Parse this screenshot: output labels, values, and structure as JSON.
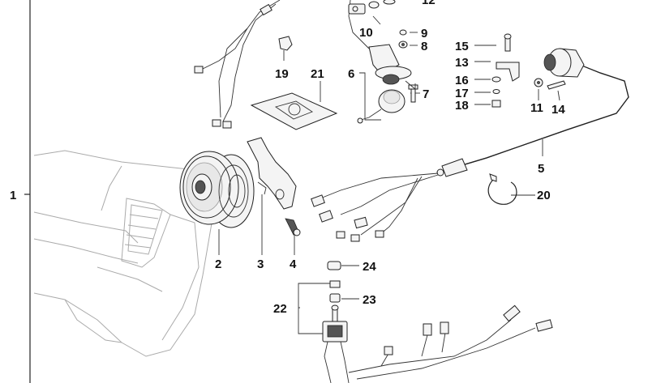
{
  "labels": {
    "l1": "1",
    "l2": "2",
    "l3": "3",
    "l4": "4",
    "l5": "5",
    "l6": "6",
    "l7": "7",
    "l8": "8",
    "l9": "9",
    "l10": "10",
    "l11": "11",
    "l12": "12",
    "l13": "13",
    "l14": "14",
    "l15": "15",
    "l16": "16",
    "l17": "17",
    "l18": "18",
    "l19": "19",
    "l20": "20",
    "l21": "21",
    "l22": "22",
    "l23": "23",
    "l24": "24"
  },
  "colors": {
    "ink": "#222222",
    "background": "#ffffff"
  }
}
